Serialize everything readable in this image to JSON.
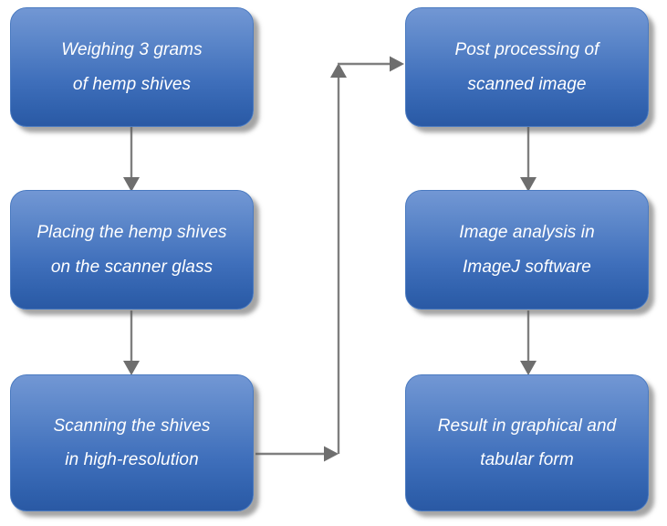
{
  "diagram": {
    "title": "Hemp shives image analysis workflow flowchart",
    "type": "flowchart",
    "colors": {
      "node_gradient_top": "#7297d4",
      "node_gradient_bottom": "#2a59a4",
      "node_border": "#4a7ac0",
      "node_text": "#ffffff",
      "connector": "#7f7f7f",
      "shadow": "#5a5a5a",
      "background": "#ffffff"
    },
    "nodes": [
      {
        "id": "weighing",
        "column": "left",
        "order": 1,
        "lines": [
          "Weighing 3 grams",
          "of hemp shives"
        ],
        "text": "Weighing 3 grams of hemp shives"
      },
      {
        "id": "placing",
        "column": "left",
        "order": 2,
        "lines": [
          "Placing the hemp shives",
          "on the scanner glass"
        ],
        "text": "Placing the hemp shives on the scanner glass"
      },
      {
        "id": "scanning",
        "column": "left",
        "order": 3,
        "lines": [
          "Scanning the shives",
          "in high-resolution"
        ],
        "text": "Scanning the shives in high-resolution"
      },
      {
        "id": "postprocessing",
        "column": "right",
        "order": 4,
        "lines": [
          "Post processing of",
          "scanned image"
        ],
        "text": "Post processing of scanned image"
      },
      {
        "id": "imageanalysis",
        "column": "right",
        "order": 5,
        "lines": [
          "Image analysis in",
          "ImageJ software"
        ],
        "text": "Image analysis in ImageJ software"
      },
      {
        "id": "result",
        "column": "right",
        "order": 6,
        "lines": [
          "Result in graphical and",
          "tabular form"
        ],
        "text": "Result in graphical and tabular form"
      }
    ],
    "connectors": [
      {
        "id": "weighing-to-placing",
        "from": "weighing",
        "to": "placing",
        "direction": "down"
      },
      {
        "id": "placing-to-scanning",
        "from": "placing",
        "to": "scanning",
        "direction": "down"
      },
      {
        "id": "scanning-to-postprocessing",
        "from": "scanning",
        "to": "postprocessing",
        "direction": "elbow-right-up-right"
      },
      {
        "id": "postprocessing-to-imageanalysis",
        "from": "postprocessing",
        "to": "imageanalysis",
        "direction": "down"
      },
      {
        "id": "imageanalysis-to-result",
        "from": "imageanalysis",
        "to": "result",
        "direction": "down"
      }
    ]
  }
}
